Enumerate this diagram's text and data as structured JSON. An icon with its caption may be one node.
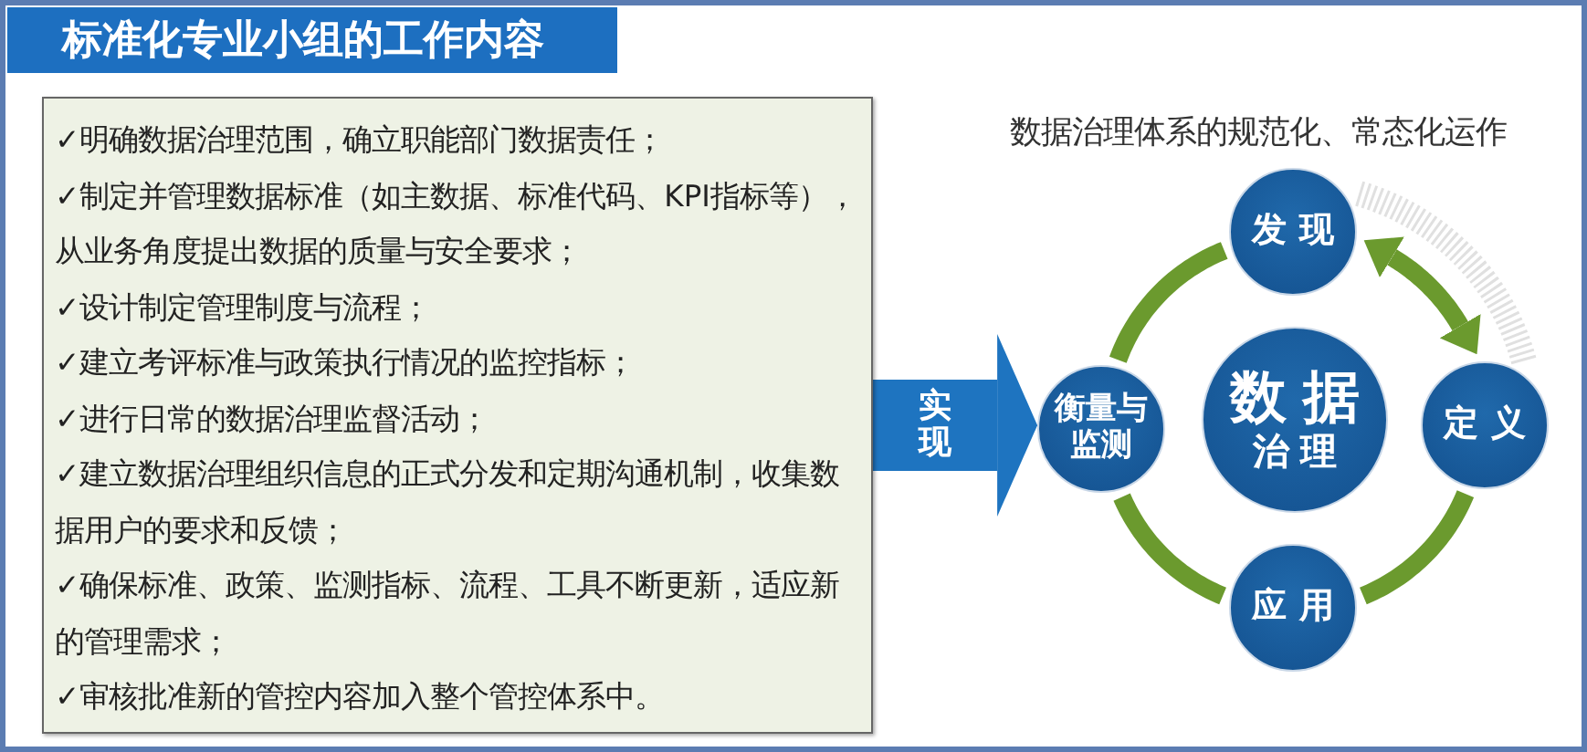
{
  "diagram": {
    "title": "标准化专业小组的工作内容",
    "nodes": [
      {
        "text": [
          "✓明确数据治理范围，确立职能部门数据责任；",
          "✓制定并管理数据标准（如主数据、标准代码、KPI指标等），从业务角度提出数据的质量与安全要求；",
          "✓设计制定管理制度与流程；",
          "✓建立考评标准与政策执行情况的监控指标；",
          "✓进行日常的数据治理监督活动；",
          "✓建立数据治理组织信息的正式分发和定期沟通机制，收集数据用户的要求和反馈；",
          "✓确保标准、政策、监测指标、流程、工具不断更新，适应新的管理需求；",
          "✓审核批准新的管控内容加入整个管控体系中。"
        ]
      },
      {
        "text": [
          "发现"
        ]
      },
      {
        "text": [
          "衡量与监测"
        ]
      },
      {
        "text": [
          "数据",
          "治理"
        ]
      },
      {
        "text": [
          "定义"
        ]
      },
      {
        "text": [
          "应用"
        ]
      }
    ],
    "edges": [
      {
        "from": 0,
        "to": 2,
        "arrow": "to",
        "label": "实现",
        "style": "thick",
        "color": "#1e74c0"
      },
      {
        "from": 2,
        "to": 1,
        "arrow": "none"
      },
      {
        "from": 1,
        "to": 4,
        "arrow": "both"
      },
      {
        "from": 4,
        "to": 5,
        "arrow": "none"
      },
      {
        "from": 5,
        "to": 2,
        "arrow": "none"
      }
    ],
    "labels": [
      "数据治理体系的规范化、常态化运作"
    ]
  }
}
